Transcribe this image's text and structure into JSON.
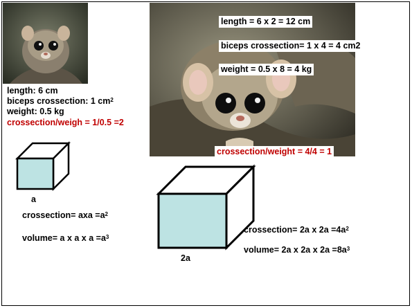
{
  "small_animal": {
    "photo": "mouse-lemur-small-photo",
    "length": "length: 6 cm",
    "biceps_prefix": "biceps crossection: 1 cm",
    "biceps_sup": "2",
    "weight": "weight: 0.5 kg",
    "ratio": "crossection/weigh = 1/0.5 =2"
  },
  "large_animal": {
    "photo": "mouse-lemur-large-photo",
    "length": "length =  6 x 2 = 12 cm",
    "biceps": "biceps crossection= 1 x 4 = 4 cm2",
    "weight": "weight = 0.5 x 8 = 4 kg",
    "ratio": "crossection/weight = 4/4 = 1"
  },
  "small_cube": {
    "label": "a",
    "crossection_prefix": "crossection= axa =a",
    "crossection_sup": "2",
    "volume_prefix": "volume= a x a x a =a",
    "volume_sup": "3"
  },
  "large_cube": {
    "label": "2a",
    "crossection_prefix": "crossection= 2a x 2a =4a",
    "crossection_sup": "2",
    "volume_prefix": "volume= 2a x 2a x 2a =8a",
    "volume_sup": "3"
  },
  "colors": {
    "cube_face": "#bde3e3",
    "highlight": "#c00000"
  }
}
